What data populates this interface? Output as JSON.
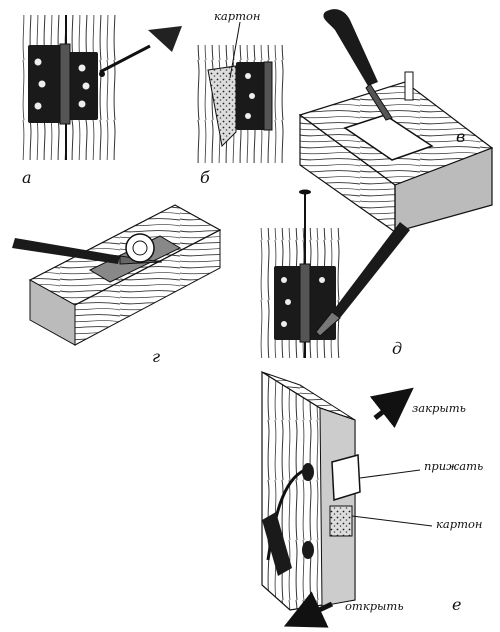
{
  "panels": {
    "a": {
      "letter": "а"
    },
    "b": {
      "letter": "б",
      "callout_cardboard": "картон"
    },
    "v": {
      "letter": "в"
    },
    "g": {
      "letter": "г"
    },
    "d": {
      "letter": "д"
    },
    "e": {
      "letter": "е",
      "callout_close": "закрыть",
      "callout_press": "прижать",
      "callout_cardboard": "картон",
      "callout_open": "открыть"
    }
  },
  "colors": {
    "ink": "#111111",
    "paper": "#ffffff",
    "metal": "#1a1a1a",
    "wood_grain": "#3a3a3a"
  }
}
